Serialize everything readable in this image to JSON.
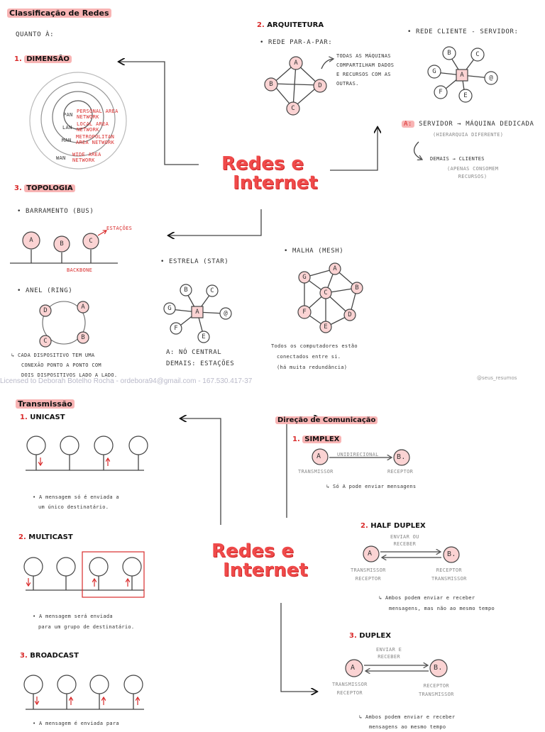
{
  "top": {
    "title": "Classificação de Redes",
    "quanto": "Quanto à:",
    "dimensao": {
      "num": "1.",
      "label": "Dimensão",
      "rings": [
        {
          "abbr": "PAN",
          "desc": "Personal Area Network"
        },
        {
          "abbr": "LAN",
          "desc": "Local Area Network"
        },
        {
          "abbr": "MAN",
          "desc": "Metropolitan Area Network"
        },
        {
          "abbr": "WAN",
          "desc": "Wide Area Network"
        }
      ]
    },
    "arquitetura": {
      "num": "2.",
      "label": "Arquitetura",
      "p2p": "• Rede Par-a-Par:",
      "p2p_note": [
        "Todas as máquinas",
        "compartilham dados",
        "e recursos com as",
        "outras."
      ],
      "cs": "• Rede Cliente - Servidor:",
      "server_letter": "A:",
      "server": "Servidor → máquina dedicada",
      "server_sub": "(hierarquia diferente)",
      "demais": "Demais → clientes",
      "demais_sub": [
        "(apenas consomem",
        "recursos)"
      ]
    },
    "topologia": {
      "num": "3.",
      "label": "Topologia",
      "bus": "• Barramento (Bus)",
      "estacoes": "estações",
      "backbone": "Backbone",
      "ring": "• Anel (Ring)",
      "ring_note": [
        "↳ Cada dispositivo tem uma",
        "conexão ponto a ponto com",
        "dois dispositivos lado a lado."
      ],
      "star": "• Estrela (Star)",
      "star_note": [
        "A: nó central",
        "Demais: estações"
      ],
      "mesh": "• Malha (Mesh)",
      "mesh_note": [
        "Todos os computadores estão",
        "conectados entre si.",
        "(há muita redundância)"
      ]
    },
    "center": [
      "Redes e",
      "Internet"
    ],
    "nodes": [
      "A",
      "B",
      "C",
      "D",
      "E",
      "F",
      "G"
    ]
  },
  "watermark": "Licensed to Deborah Botelho Rocha - ordebora94@gmail.com - 167.530.417-37",
  "signature": "@seus_resumos",
  "bottom": {
    "title": "Transmissão",
    "unicast": {
      "num": "1.",
      "label": "Unicast",
      "note": [
        "• A mensagem só é enviada a",
        "um único destinatário."
      ]
    },
    "multicast": {
      "num": "2.",
      "label": "Multicast",
      "note": [
        "• A mensagem será enviada",
        "para um grupo de destinatário."
      ]
    },
    "broadcast": {
      "num": "3.",
      "label": "Broadcast",
      "note": [
        "• A mensagem é enviada para"
      ]
    },
    "direcao": "Direção de Comunicação",
    "simplex": {
      "num": "1.",
      "label": "Simplex",
      "arrow": "unidirecional",
      "tx": "Transmissor",
      "rx": "Receptor",
      "note": "↳ Só A pode enviar mensagens"
    },
    "half": {
      "num": "2.",
      "label": "Half Duplex",
      "arrow": [
        "enviar ou",
        "receber"
      ],
      "tx": [
        "Transmissor",
        "Receptor"
      ],
      "rx": [
        "Receptor",
        "Transmissor"
      ],
      "note": [
        "↳ Ambos podem enviar e receber",
        "mensagens, mas não ao mesmo tempo"
      ]
    },
    "duplex": {
      "num": "3.",
      "label": "Duplex",
      "arrow": [
        "enviar e",
        "receber"
      ],
      "tx": [
        "Transmissor",
        "Receptor"
      ],
      "rx": [
        "Receptor",
        "Transmissor"
      ],
      "note": [
        "↳ Ambos podem enviar e receber",
        "mensagens ao mesmo tempo"
      ]
    },
    "center": [
      "Redes e",
      "Internet"
    ],
    "letters": [
      "A",
      "B."
    ]
  }
}
